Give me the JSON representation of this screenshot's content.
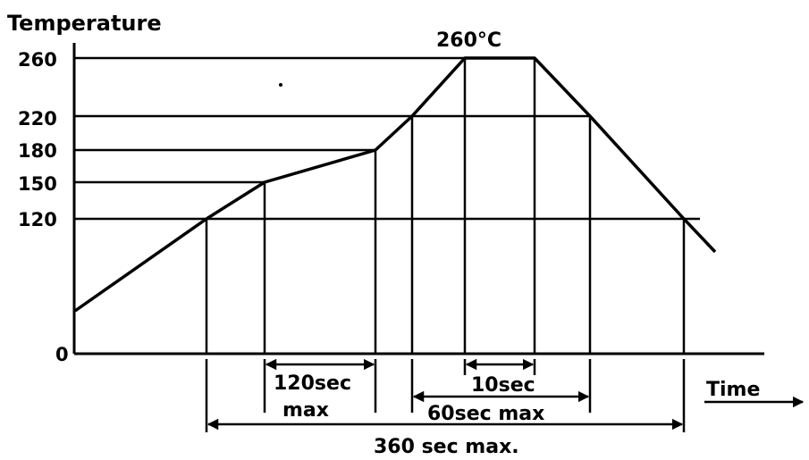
{
  "title": "Temperature",
  "y_ticks": [
    "260",
    "220",
    "180",
    "150",
    "120",
    "0"
  ],
  "peak_label": "260°C",
  "x_axis_label": "Time",
  "intervals": {
    "i120_line1": "120sec",
    "i120_line2": "max",
    "i10": "10sec",
    "i60": "60sec max",
    "i360": "360 sec max."
  },
  "colors": {
    "ink": "#000000",
    "background": "#ffffff"
  }
}
